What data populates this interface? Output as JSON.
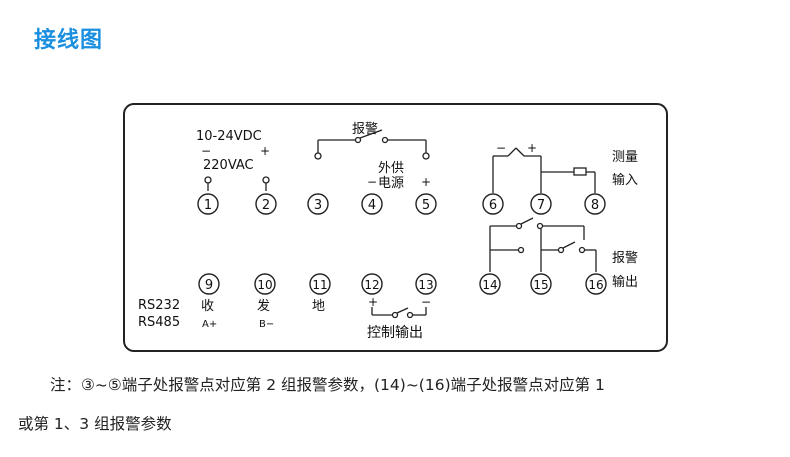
{
  "title": "接线图",
  "terminals": {
    "t1": "1",
    "t2": "2",
    "t3": "3",
    "t4": "4",
    "t5": "5",
    "t6": "6",
    "t7": "7",
    "t8": "8",
    "t9": "9",
    "t10": "10",
    "t11": "11",
    "t12": "12",
    "t13": "13",
    "t14": "14",
    "t15": "15",
    "t16": "16"
  },
  "labels": {
    "power_dc": "10-24VDC",
    "power_ac": "220VAC",
    "minus": "−",
    "plus": "+",
    "alarm": "报警",
    "ext_supply_1": "外供",
    "ext_supply_2": "电源",
    "measure_1": "测量",
    "measure_2": "输入",
    "alarm_out_1": "报警",
    "alarm_out_2": "输出",
    "rs232": "RS232",
    "rs485": "RS485",
    "rx": "收",
    "tx": "发",
    "gnd": "地",
    "a_plus": "A+",
    "b_minus": "B−",
    "control_output": "控制输出"
  },
  "notes": {
    "line1": "注：③~⑤端子处报警点对应第 2 组报警参数，(14)~(16)端子处报警点对应第 1",
    "line2": "或第 1、3 组报警参数"
  }
}
